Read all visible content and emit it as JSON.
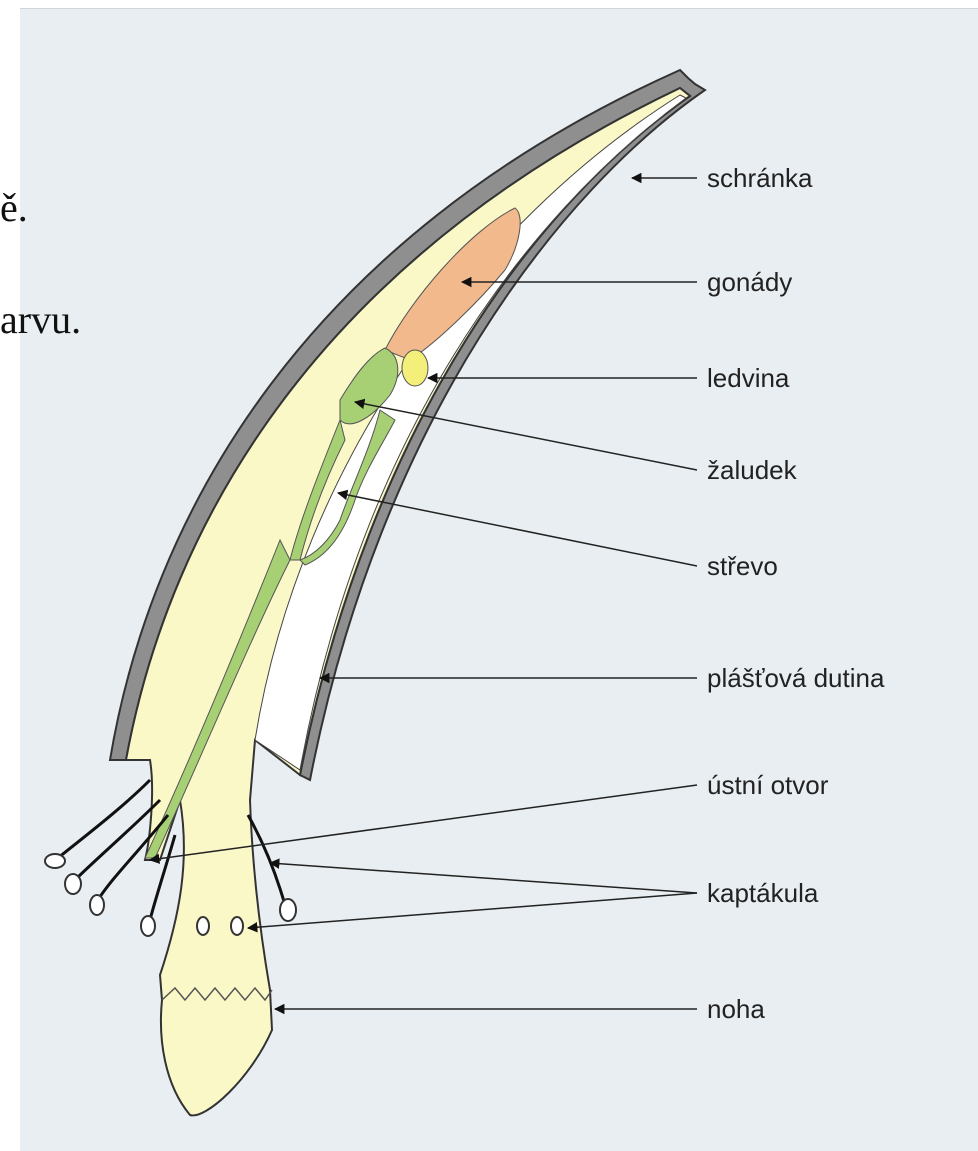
{
  "background_text": {
    "line1": "ě.",
    "line2": "arvu."
  },
  "labels": [
    {
      "id": "schranka",
      "text": "schránka"
    },
    {
      "id": "gonady",
      "text": "gonády"
    },
    {
      "id": "ledvina",
      "text": "ledvina"
    },
    {
      "id": "zaludek",
      "text": "žaludek"
    },
    {
      "id": "strevo",
      "text": "střevo"
    },
    {
      "id": "plastova_dutina",
      "text": "plášťová dutina"
    },
    {
      "id": "ustni_otvor",
      "text": "ústní otvor"
    },
    {
      "id": "kaptakula",
      "text": "kaptákula"
    },
    {
      "id": "noha",
      "text": "noha"
    }
  ],
  "colors": {
    "panel": "#e8eef2",
    "shell": "#8f8f8f",
    "body": "#fbf8c8",
    "mantle_cavity": "#ffffff",
    "gonads": "#f2b98c",
    "kidney": "#f4ee7a",
    "gut": "#a7cf74",
    "outline": "#333333"
  }
}
